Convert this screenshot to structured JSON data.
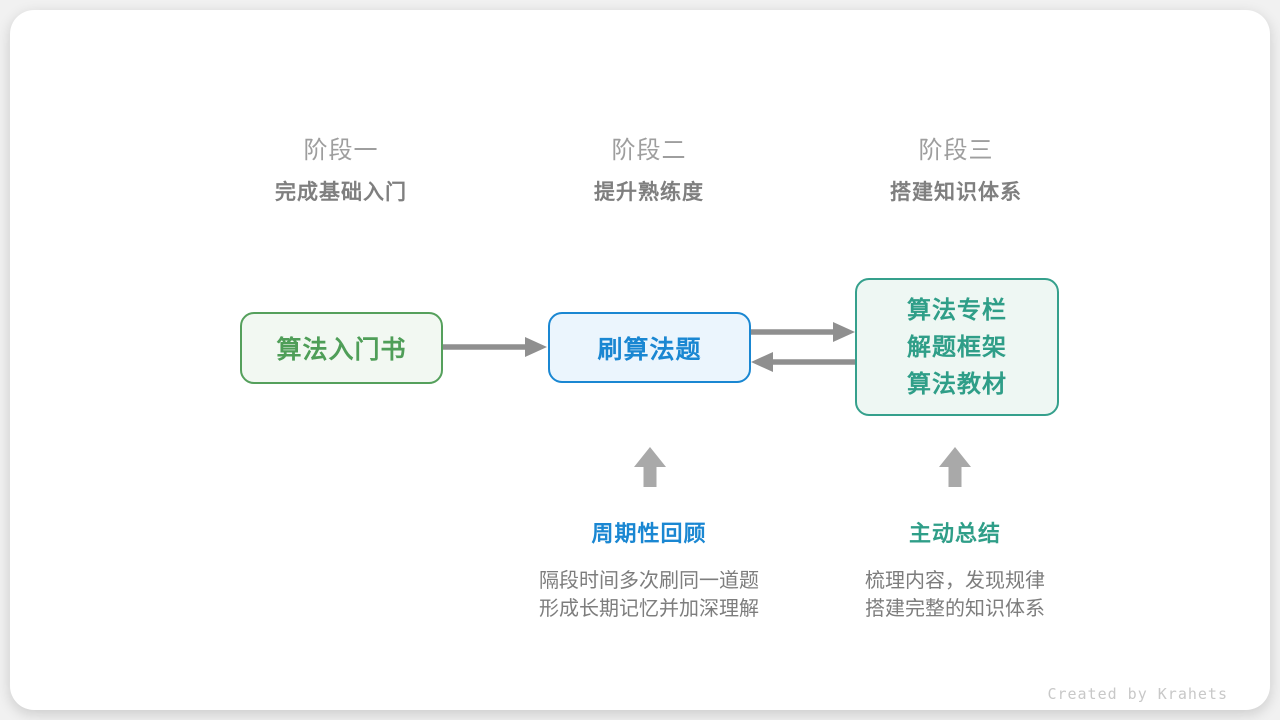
{
  "stages": [
    {
      "title": "阶段一",
      "subtitle": "完成基础入门"
    },
    {
      "title": "阶段二",
      "subtitle": "提升熟练度"
    },
    {
      "title": "阶段三",
      "subtitle": "搭建知识体系"
    }
  ],
  "nodes": [
    {
      "label": "算法入门书",
      "border_color": "#55a05c",
      "text_color": "#4f9e58",
      "fill_color": "#f2f8f2"
    },
    {
      "label": "刷算法题",
      "border_color": "#1a87d2",
      "text_color": "#1a87d2",
      "fill_color": "#ebf5fd"
    },
    {
      "lines": [
        "算法专栏",
        "解题框架",
        "算法教材"
      ],
      "border_color": "#35a08c",
      "text_color": "#2f9e88",
      "fill_color": "#eef7f3"
    }
  ],
  "edges": [
    {
      "from": "算法入门书",
      "to": "刷算法题",
      "direction": "right"
    },
    {
      "from": "刷算法题",
      "to": "算法专栏/解题框架/算法教材",
      "direction": "right"
    },
    {
      "from": "算法专栏/解题框架/算法教材",
      "to": "刷算法题",
      "direction": "left"
    }
  ],
  "annotations": [
    {
      "label": "周期性回顾",
      "color": "#1a87d2",
      "desc": [
        "隔段时间多次刷同一道题",
        "形成长期记忆并加深理解"
      ]
    },
    {
      "label": "主动总结",
      "color": "#2f9e88",
      "desc": [
        "梳理内容，发现规律",
        "搭建完整的知识体系"
      ]
    }
  ],
  "colors": {
    "stage_title": "#9e9e9e",
    "stage_subtitle": "#7f7f7f",
    "connector_arrow": "#8f8f8f",
    "up_arrow": "#a9a9a9",
    "body_text": "#7d7d7d",
    "credit_text": "#c8c8c8",
    "card_background": "#ffffff"
  },
  "credit": "Created by Krahets"
}
